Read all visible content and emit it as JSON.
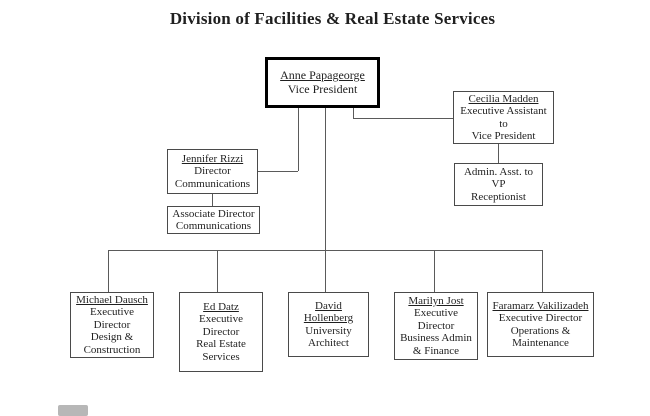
{
  "title": "Division of Facilities & Real Estate Services",
  "colors": {
    "background": "#ffffff",
    "text": "#1f1f1f",
    "box_border": "#4a4a4a",
    "emphasis_border": "#000000",
    "connector": "#5a5a5a"
  },
  "nodes": {
    "anne": {
      "name": "Anne Papageorge",
      "role_lines": [
        "Vice President"
      ]
    },
    "cecilia": {
      "name": "Cecilia Madden",
      "role_lines": [
        "Executive Assistant",
        "to",
        "Vice President"
      ]
    },
    "admin": {
      "role_lines": [
        "Admin. Asst. to",
        "VP",
        "Receptionist"
      ]
    },
    "rizzi": {
      "name": "Jennifer Rizzi",
      "role_lines": [
        "Director",
        "Communications"
      ]
    },
    "associate": {
      "role_lines": [
        "Associate Director",
        "Communications"
      ]
    },
    "michael": {
      "name": "Michael Dausch",
      "role_lines": [
        "Executive",
        "Director",
        "Design &",
        "Construction"
      ]
    },
    "ed": {
      "name": "Ed Datz",
      "role_lines": [
        "Executive",
        "Director",
        "Real Estate",
        "Services"
      ]
    },
    "david": {
      "name_lines": [
        "David",
        "Hollenberg"
      ],
      "role_lines": [
        "University",
        "Architect"
      ]
    },
    "marilyn": {
      "name": "Marilyn Jost",
      "role_lines": [
        "Executive",
        "Director",
        "Business Admin",
        "& Finance"
      ]
    },
    "faramarz": {
      "name": "Faramarz Vakilizadeh",
      "role_lines": [
        "Executive Director",
        "Operations &",
        "Maintenance"
      ]
    }
  }
}
